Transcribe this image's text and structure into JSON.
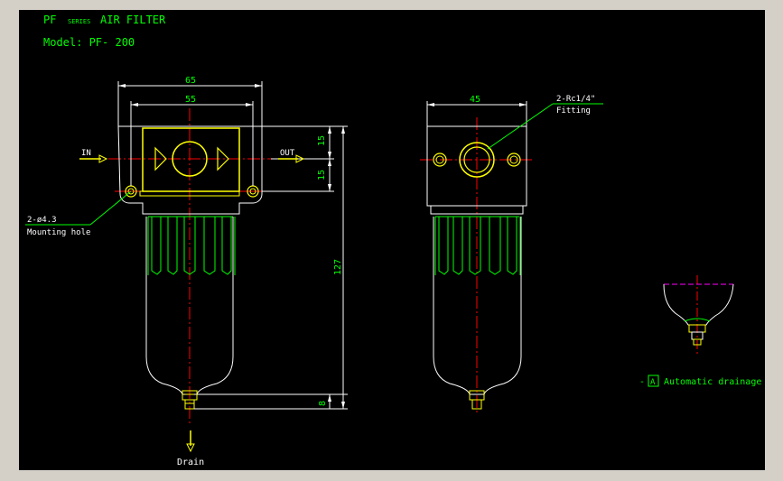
{
  "drawing": {
    "title_prefix": "PF",
    "title_series": "SERIES",
    "title_suffix": "AIR FILTER",
    "model": "Model: PF- 200"
  },
  "front_view": {
    "dim_65": "65",
    "dim_55": "55",
    "dim_15_top": "15",
    "dim_15_bottom": "15",
    "dim_127": "127",
    "dim_8": "8",
    "in_label": "IN",
    "out_label": "OUT",
    "mount_spec": "2-ø4.3",
    "mount_label": "Mounting hole",
    "drain_label": "Drain"
  },
  "side_view": {
    "dim_45": "45",
    "fitting_spec": "2-Rc1/4\"",
    "fitting_label": "Fitting"
  },
  "detail_view": {
    "marker": "-",
    "tag": "A",
    "label": "Automatic drainage"
  },
  "colors": {
    "background": "#000000",
    "window": "#d4d0c8",
    "outline": "#ffffff",
    "yellow": "#ffff00",
    "green": "#00ff00",
    "red": "#ff0000",
    "magenta": "#ff00ff"
  }
}
